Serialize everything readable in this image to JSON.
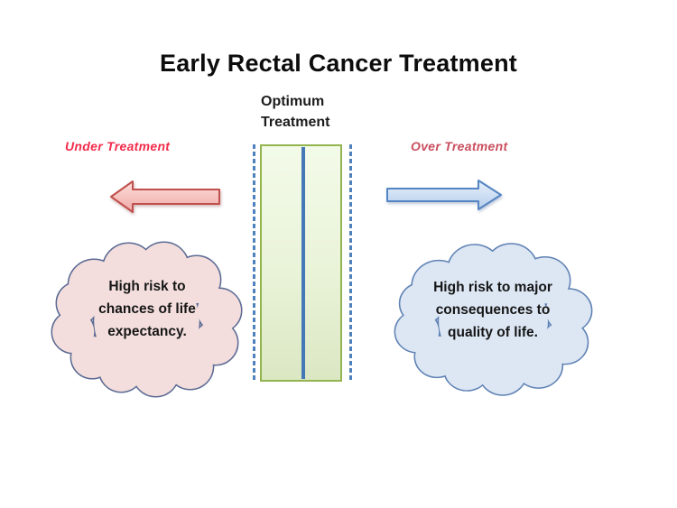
{
  "title": "Early Rectal Cancer Treatment",
  "band": {
    "label": "Optimum\nTreatment",
    "border_color": "#93b450",
    "fill_top": "#f3fbe9",
    "fill_mid": "#e9f3d8",
    "fill_bottom": "#dbe7c3",
    "center_line_color": "#4478b6",
    "boundary_dash_color": "#4f81bd"
  },
  "under": {
    "label": "Under Treatment",
    "label_color": "#f22c4b",
    "arrow_fill_top": "#fbdfdc",
    "arrow_fill_mid": "#f6c3c0",
    "arrow_fill_bottom": "#edaaa6",
    "arrow_stroke": "#c0504d",
    "cloud_text": "High risk to\nchances of life\nexpectancy.",
    "cloud_fill": "#f3dedd",
    "cloud_stroke": "#5c6b93"
  },
  "over": {
    "label": "Over Treatment",
    "label_color": "#ca4e5e",
    "arrow_fill_top": "#e6effa",
    "arrow_fill_mid": "#cfdff4",
    "arrow_fill_bottom": "#b3cceb",
    "arrow_stroke": "#5585c2",
    "cloud_text": "High risk to major\nconsequences to\nquality of life.",
    "cloud_fill": "#dde7f4",
    "cloud_stroke": "#5f82b4"
  }
}
